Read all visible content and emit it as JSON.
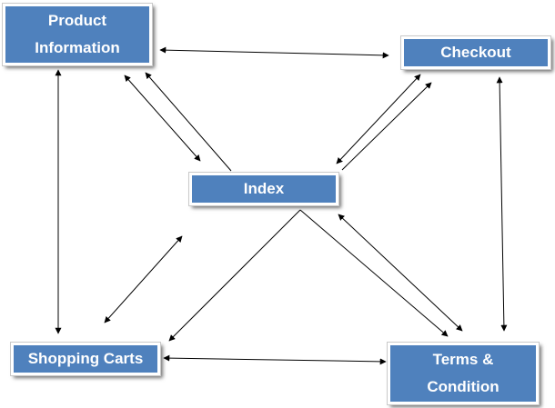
{
  "nodes": {
    "product_information": {
      "line1": "Product",
      "line2": "Information"
    },
    "checkout": {
      "label": "Checkout"
    },
    "index": {
      "label": "Index"
    },
    "shopping_carts": {
      "label": "Shopping Carts"
    },
    "terms_condition": {
      "line1": "Terms &",
      "line2": "Condition"
    }
  },
  "colors": {
    "node_fill": "#4f81bd",
    "node_text": "#ffffff",
    "arrow": "#000000"
  }
}
